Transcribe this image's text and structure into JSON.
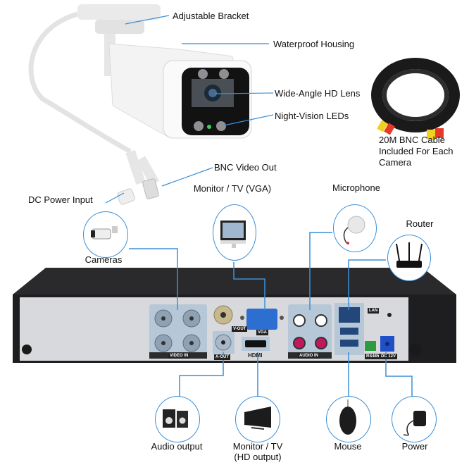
{
  "colors": {
    "leader_line": "#3a8fd8",
    "dvr_body": "#2a2a2d",
    "dvr_panel": "#d7d9dc",
    "port_block": "#b6c7d8"
  },
  "camera_callouts": {
    "adjustable_bracket": "Adjustable Bracket",
    "waterproof_housing": "Waterproof Housing",
    "wide_angle_lens": "Wide-Angle HD Lens",
    "night_vision_leds": "Night-Vision LEDs",
    "bnc_video_out": "BNC Video Out",
    "dc_power_input": "DC Power Input"
  },
  "cable": {
    "caption": "20M BNC Cable Included For Each Camera"
  },
  "top_devices": {
    "cameras": "Cameras",
    "monitor_vga": "Monitor / TV (VGA)",
    "microphone": "Microphone",
    "router": "Router"
  },
  "bottom_devices": {
    "audio_output": "Audio output",
    "monitor_hd_line1": "Monitor / TV",
    "monitor_hd_line2": "(HD output)",
    "mouse": "Mouse",
    "power": "Power"
  },
  "dvr_port_labels": {
    "video_in": "VIDEO IN",
    "v_out": "V-OUT",
    "vga": "VGA",
    "a_out": "A-OUT",
    "hdmi": "HDMI",
    "audio_in": "AUDIO IN",
    "lan": "LAN",
    "rs485": "RS485",
    "dc12v": "DC 12V"
  }
}
